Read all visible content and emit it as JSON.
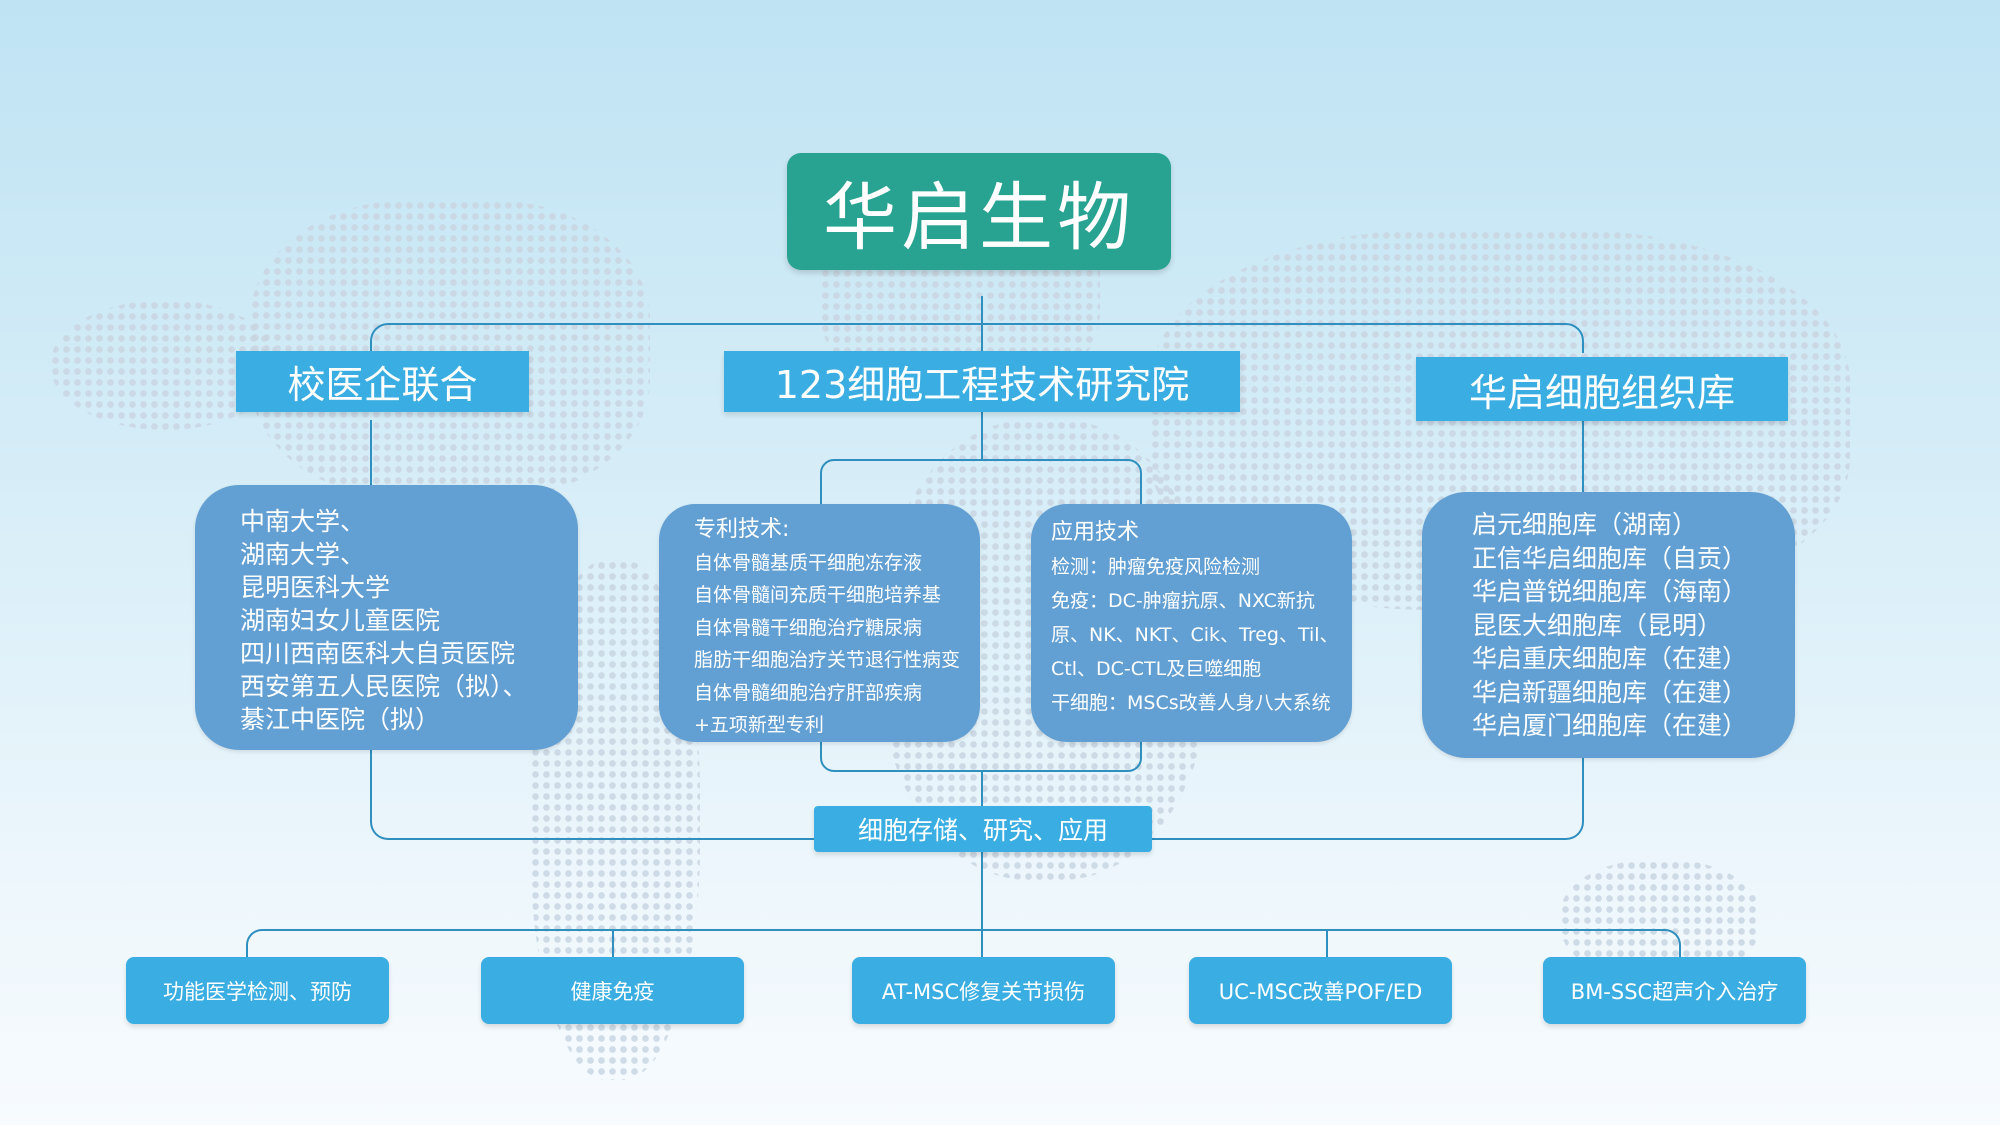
{
  "title": "华启生物",
  "branches": [
    {
      "label": "校医企联合",
      "items": [
        "中南大学、",
        "湖南大学、",
        "昆明医科大学",
        "湖南妇女儿童医院",
        "四川西南医科大自贡医院",
        "西安第五人民医院（拟）、",
        "綦江中医院（拟）"
      ]
    },
    {
      "label": "123细胞工程技术研究院",
      "patent": {
        "heading": "专利技术:",
        "items": [
          "自体骨髓基质干细胞冻存液",
          "自体骨髓间充质干细胞培养基",
          "自体骨髓干细胞治疗糖尿病",
          "脂肪干细胞治疗关节退行性病变",
          "自体骨髓细胞治疗肝部疾病",
          "+五项新型专利"
        ]
      },
      "application": {
        "heading": "应用技术",
        "items": [
          "检测：肿瘤免疫风险检测",
          "免疫：DC-肿瘤抗原、NXC新抗",
          "原、NK、NKT、Cik、Treg、Til、",
          "Ctl、DC-CTL及巨噬细胞",
          "干细胞：MSCs改善人身八大系统"
        ]
      }
    },
    {
      "label": "华启细胞组织库",
      "items": [
        "启元细胞库（湖南）",
        "正信华启细胞库（自贡）",
        "华启普锐细胞库（海南）",
        "昆医大细胞库（昆明）",
        "华启重庆细胞库（在建）",
        "华启新疆细胞库（在建）",
        "华启厦门细胞库（在建）"
      ]
    }
  ],
  "hub": "细胞存储、研究、应用",
  "outcomes": [
    "功能医学检测、预防",
    "健康免疫",
    "AT-MSC修复关节损伤",
    "UC-MSC改善POF/ED",
    "BM-SSC超声介入治疗"
  ],
  "colors": {
    "title": "#29a391",
    "label": "#3aaee2",
    "card": "#629fd3",
    "line": "#2f8fbf"
  }
}
